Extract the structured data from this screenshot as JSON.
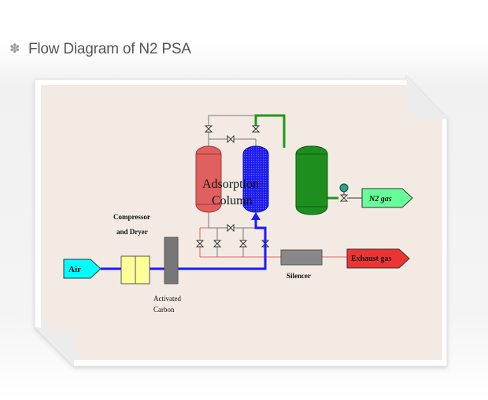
{
  "page": {
    "title": "Flow Diagram of N2 PSA",
    "title_icon": "flower-bullet-icon"
  },
  "diagram": {
    "labels": {
      "air": "Air",
      "compressor_line1": "Compressor",
      "compressor_line2": "and Dryer",
      "activated_line1": "Activated",
      "activated_line2": "Carbon",
      "adsorption_line1": "Adsorption",
      "adsorption_line2": "Column",
      "silencer": "Silencer",
      "exhaust": "Exhaust gas",
      "n2": "N2 gas"
    },
    "colors": {
      "air_flow": "#1a1aff",
      "product_flow": "#1a9a1a",
      "exhaust_flow": "#e04040",
      "column_red": "#e06060",
      "column_blue": "#1a1aee",
      "product_tank": "#1e8e1e",
      "air_tag": "#00ffff",
      "exhaust_tag": "#ee3333",
      "n2_tag": "#66ff99",
      "panel": "#f3ebe3"
    }
  }
}
